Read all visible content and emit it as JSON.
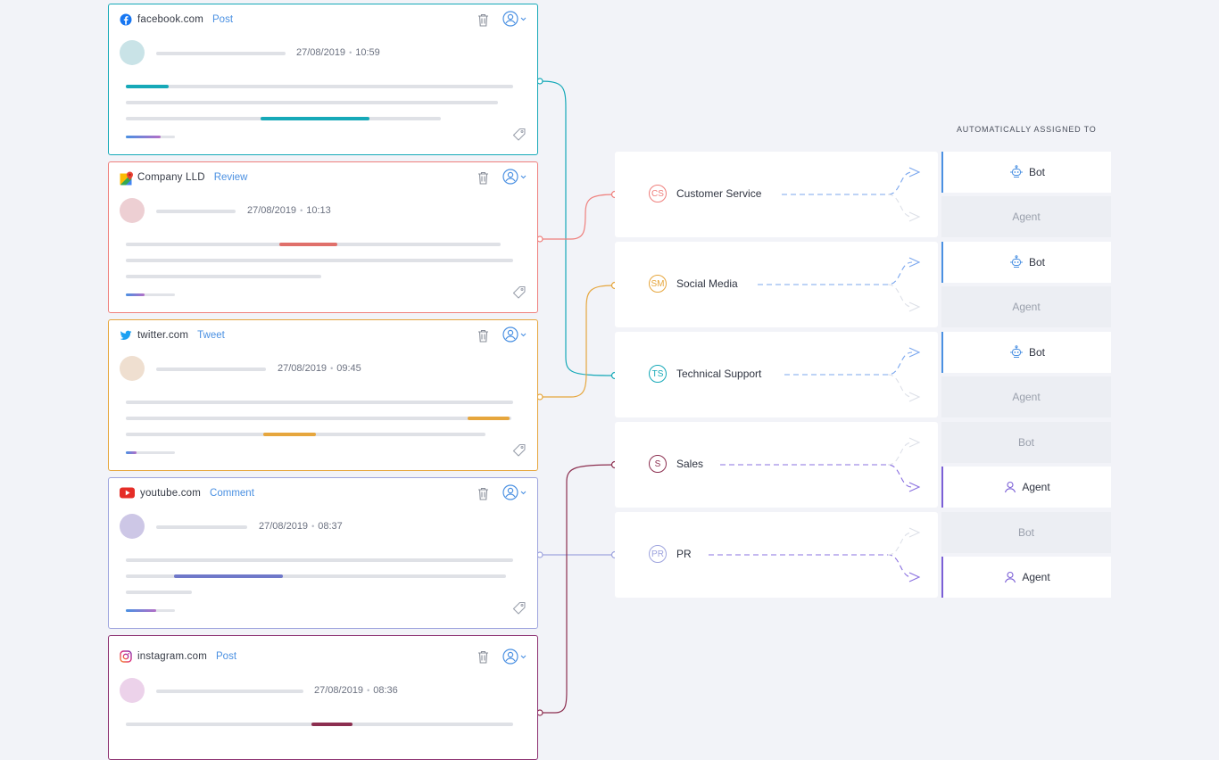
{
  "feed": [
    {
      "site": "facebook.com",
      "kind": "Post",
      "date": "27/08/2019",
      "time": "10:59",
      "icon": "facebook-icon",
      "border": "#16a9b8",
      "avatar": "#c9e3e7"
    },
    {
      "site": "Company LLD",
      "kind": "Review",
      "date": "27/08/2019",
      "time": "10:13",
      "icon": "google-maps-icon",
      "border": "#ef7f7c",
      "avatar": "#edcfd3"
    },
    {
      "site": "twitter.com",
      "kind": "Tweet",
      "date": "27/08/2019",
      "time": "09:45",
      "icon": "twitter-icon",
      "border": "#e6a63d",
      "avatar": "#efdfd0"
    },
    {
      "site": "youtube.com",
      "kind": "Comment",
      "date": "27/08/2019",
      "time": "08:37",
      "icon": "youtube-icon",
      "border": "#9ea4de",
      "avatar": "#cdc7e6"
    },
    {
      "site": "instagram.com",
      "kind": "Post",
      "date": "27/08/2019",
      "time": "08:36",
      "icon": "instagram-icon",
      "border": "#8c2f70",
      "avatar": "#ecd2ea"
    }
  ],
  "assignment_header": "AUTOMATICALLY ASSIGNED TO",
  "categories": [
    {
      "badge": "CS",
      "label": "Customer Service",
      "color": "#ef7f7c",
      "assigned": "Bot"
    },
    {
      "badge": "SM",
      "label": "Social Media",
      "color": "#e6a63d",
      "assigned": "Bot"
    },
    {
      "badge": "TS",
      "label": "Technical Support",
      "color": "#16a9b8",
      "assigned": "Bot"
    },
    {
      "badge": "S",
      "label": "Sales",
      "color": "#8c2f50",
      "assigned": "Agent"
    },
    {
      "badge": "PR",
      "label": "PR",
      "color": "#9ea4de",
      "assigned": "Agent"
    }
  ],
  "slots": {
    "bot_label": "Bot",
    "agent_label": "Agent"
  },
  "colors": {
    "link_blue": "#4a90e2",
    "agent_purple": "#7b5fd6",
    "background": "#f2f3f8"
  }
}
